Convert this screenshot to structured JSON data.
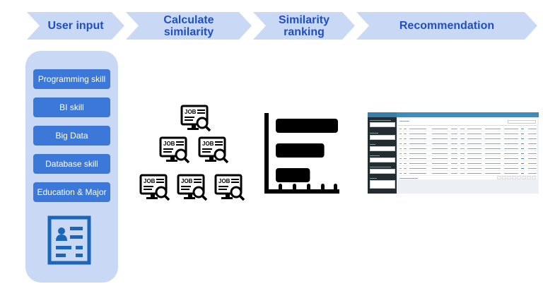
{
  "pipeline": {
    "steps": [
      {
        "label": "User input"
      },
      {
        "label": "Calculate similarity"
      },
      {
        "label": "Similarity ranking"
      },
      {
        "label": "Recommendation"
      }
    ]
  },
  "user_input": {
    "skills": [
      {
        "label": "Programming skill"
      },
      {
        "label": "BI skill"
      },
      {
        "label": "Big Data"
      },
      {
        "label": "Database skill"
      },
      {
        "label": "Education & Major"
      }
    ],
    "icon": "resume-icon"
  },
  "calculate_similarity": {
    "icon": "job-search-icon",
    "job_icon_label": "JOB",
    "job_icon_count": 6
  },
  "similarity_ranking": {
    "icon": "ranked-bar-chart-icon",
    "bar_relative_lengths": [
      1.0,
      0.78,
      0.55
    ]
  },
  "recommendation": {
    "icon": "dashboard-screenshot",
    "colors": {
      "sidebar": "#222d32",
      "header": "#3c8dbc",
      "link": "#3c8dbc"
    },
    "table_row_count": 10
  },
  "colors": {
    "chevron_fill": "#c9d9f5",
    "chevron_text": "#1f4fc4",
    "skill_button": "#3c78d8",
    "panel": "#c9d9f5",
    "resume_icon": "#1a66b8"
  }
}
